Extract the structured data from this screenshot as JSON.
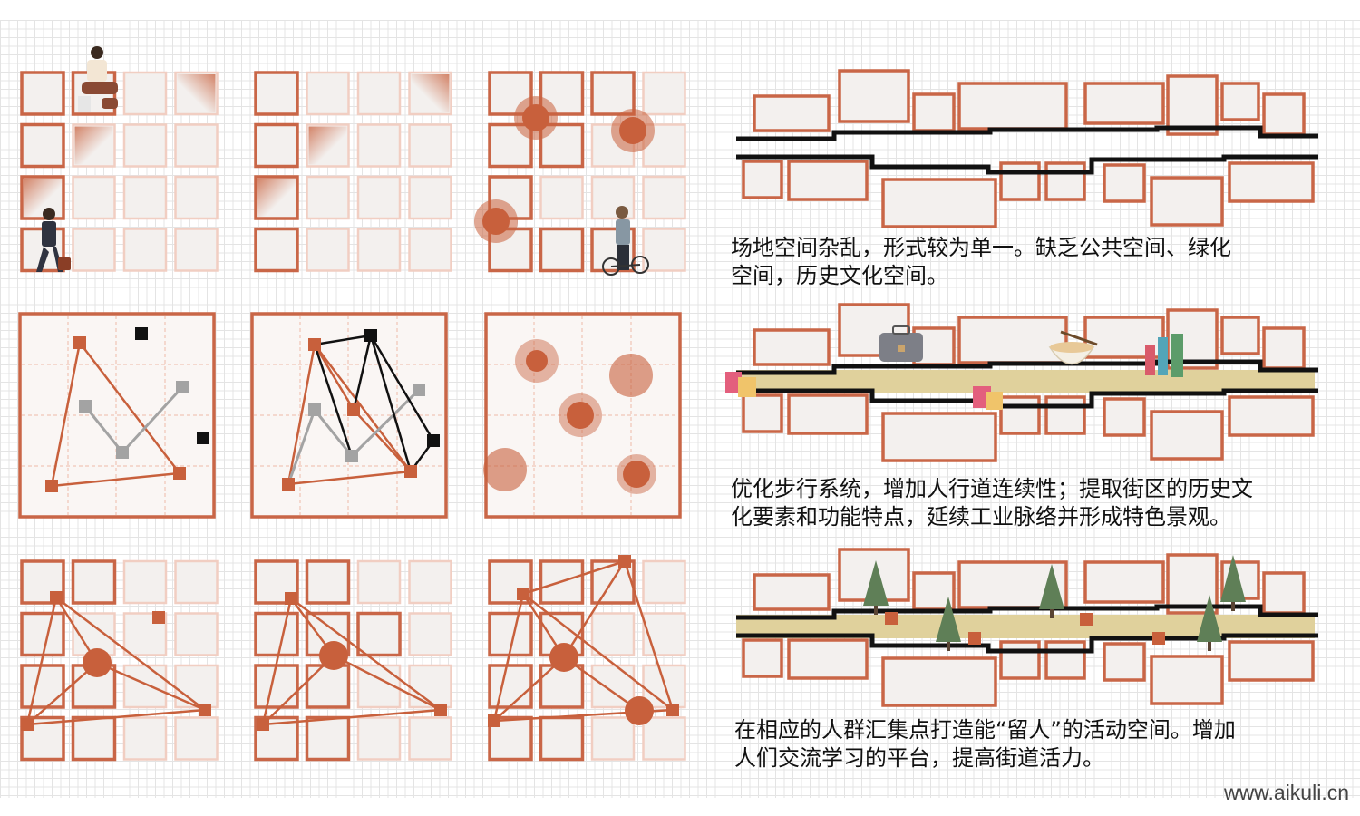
{
  "colors": {
    "accent": "#c8603c",
    "cell_border": "#c96647",
    "cell_faint": "#f1cec2",
    "cell_fill": "#f3f0ee",
    "street_path": "#e0d19c",
    "line_dark": "#111111",
    "line_gray": "#a3a3a3",
    "tree": "#5f7f57"
  },
  "captions": {
    "row1": "场地空间杂乱，形式较为单一。缺乏公共空间、绿化\n空间，历史文化空间。",
    "row2": "优化步行系统，增加人行道连续性；提取街区的历史文\n化要素和功能特点，延续工业脉络并形成特色景观。",
    "row3": "在相应的人群汇集点打造能“留人”的活动空间。增加\n人们交流学习的平台，提高街道活力。"
  },
  "watermark": "www.aikuli.cn",
  "icons": {
    "row1": [
      "person-sitting-icon",
      "person-walking-icon",
      "person-with-bicycle-icon"
    ],
    "row2": [
      "shopping-bag-icon",
      "briefcase-icon",
      "noodle-bowl-icon",
      "books-icon"
    ],
    "row3": [
      "pine-tree-icon",
      "seat-square-icon"
    ]
  }
}
